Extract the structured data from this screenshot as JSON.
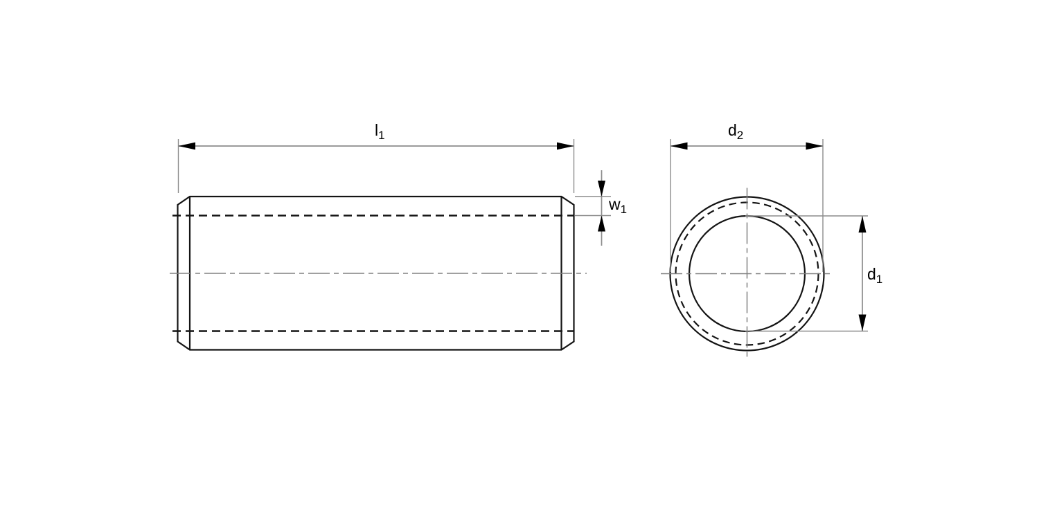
{
  "drawing": {
    "kind": "technical-drawing",
    "part": "hollow cylindrical sleeve with chamfered ends",
    "views": {
      "side_view": "longitudinal section silhouette with hidden bore lines",
      "end_view": "concentric circles with chamfer circle"
    }
  },
  "labels": {
    "length": {
      "base": "l",
      "sub": "1"
    },
    "wall_thickness": {
      "base": "w",
      "sub": "1"
    },
    "outer_diameter": {
      "base": "d",
      "sub": "2"
    },
    "inner_diameter": {
      "base": "d",
      "sub": "1"
    }
  },
  "colors": {
    "background": "#ffffff",
    "object_line": "#141414",
    "hidden_line": "#141414",
    "centerline": "#808080",
    "dimension_line": "#8c8c8c",
    "arrow": "#000000",
    "text": "#000000"
  }
}
